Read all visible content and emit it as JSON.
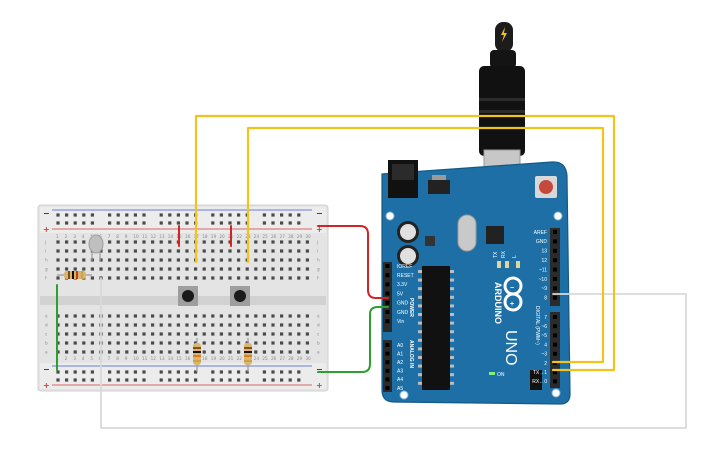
{
  "colors": {
    "board": "#1d6fa5",
    "header": "#2b2b2b",
    "wire_yellow": "#f2c41b",
    "wire_red": "#d32424",
    "wire_green": "#2ea02e",
    "wire_white": "#e2e2e2",
    "breadboard": "#e4e4e4",
    "rail_red": "#d43a3a",
    "rail_blue": "#3a5bd4"
  },
  "breadboard": {
    "plus_sign": "+",
    "minus_sign": "−",
    "row_letters_top": [
      "j",
      "i",
      "h",
      "g",
      "f"
    ],
    "row_letters_bottom": [
      "e",
      "d",
      "c",
      "b",
      "a"
    ],
    "column_numbers": [
      "1",
      "2",
      "3",
      "4",
      "5",
      "6",
      "7",
      "8",
      "9",
      "10",
      "11",
      "12",
      "13",
      "14",
      "15",
      "16",
      "17",
      "18",
      "19",
      "20",
      "21",
      "22",
      "23",
      "24",
      "25",
      "26",
      "27",
      "28",
      "29",
      "30"
    ]
  },
  "arduino": {
    "brand": "ARDUINO",
    "model": "UNO",
    "on_label": "ON",
    "tx_label": "TX",
    "rx_label": "RX",
    "l_label": "L",
    "power_label": "POWER",
    "analog_label": "ANALOG IN",
    "digital_label": "DIGITAL (PWM~)",
    "power_pins": [
      "IOREF",
      "RESET",
      "3.3V",
      "5V",
      "GND",
      "GND",
      "Vin"
    ],
    "analog_pins": [
      "A0",
      "A1",
      "A2",
      "A3",
      "A4",
      "A5"
    ],
    "digital_pins_top": [
      "AREF",
      "GND",
      "13",
      "12",
      "~11",
      "~10",
      "~9",
      "8"
    ],
    "digital_pins_bottom": [
      "7",
      "~6",
      "~5",
      "4",
      "~3",
      "2",
      "TX→1",
      "RX←0"
    ]
  },
  "usb": {
    "icon": "lightning-icon"
  }
}
